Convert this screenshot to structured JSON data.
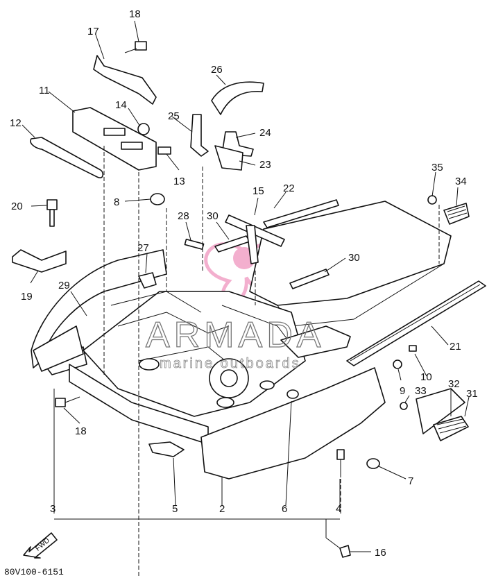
{
  "diagram_code": "80V100-6151",
  "watermark": {
    "brand": "ARMADA",
    "tagline": "marine outboards",
    "logo_color": "#f2a7c9"
  },
  "fwd_label": "FWD",
  "callouts": [
    "18",
    "17",
    "26",
    "14",
    "11",
    "25",
    "24",
    "12",
    "23",
    "13",
    "15",
    "22",
    "35",
    "34",
    "8",
    "20",
    "28",
    "30",
    "30",
    "27",
    "29",
    "19",
    "21",
    "10",
    "9",
    "33",
    "32",
    "31",
    "18",
    "5",
    "7",
    "3",
    "2",
    "6",
    "4",
    "16"
  ]
}
